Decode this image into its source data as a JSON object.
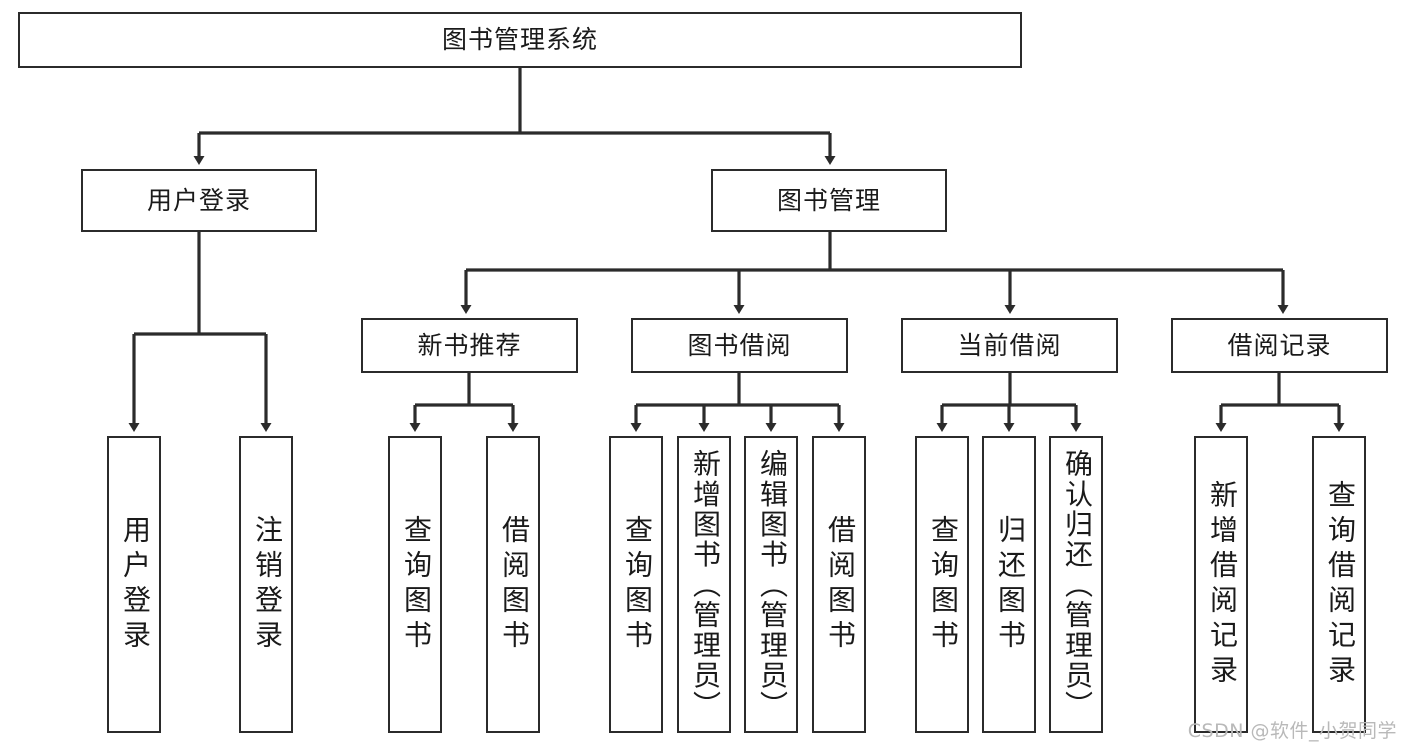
{
  "diagram": {
    "title": "图书管理系统",
    "watermark": "CSDN @软件_小贺同学",
    "colors": {
      "background": "#ffffff",
      "box_border": "#2b2b2b",
      "box_fill": "#ffffff",
      "edge": "#2b2b2b",
      "text": "#1a1a1a",
      "watermark": "#b9b9b9"
    },
    "nodes": {
      "root": "图书管理系统",
      "user_login": "用户登录",
      "book_manage": "图书管理",
      "new_book_rec": "新书推荐",
      "book_borrow": "图书借阅",
      "current_borrow": "当前借阅",
      "borrow_record": "借阅记录",
      "leaf_user_login": "用户登录",
      "leaf_logout_login": "注销登录",
      "leaf_query_book_1": "查询图书",
      "leaf_borrow_book_1": "借阅图书",
      "leaf_query_book_2": "查询图书",
      "leaf_add_book_admin": "新增图书（管理员）",
      "leaf_edit_book_admin": "编辑图书（管理员）",
      "leaf_borrow_book_2": "借阅图书",
      "leaf_query_book_3": "查询图书",
      "leaf_return_book": "归还图书",
      "leaf_confirm_return_admin": "确认归还（管理员）",
      "leaf_add_record": "新增借阅记录",
      "leaf_query_record": "查询借阅记录"
    },
    "tree": {
      "label": "图书管理系统",
      "children": [
        {
          "label": "用户登录",
          "children": [
            {
              "label": "用户登录"
            },
            {
              "label": "注销登录"
            }
          ]
        },
        {
          "label": "图书管理",
          "children": [
            {
              "label": "新书推荐",
              "children": [
                {
                  "label": "查询图书"
                },
                {
                  "label": "借阅图书"
                }
              ]
            },
            {
              "label": "图书借阅",
              "children": [
                {
                  "label": "查询图书"
                },
                {
                  "label": "新增图书（管理员）"
                },
                {
                  "label": "编辑图书（管理员）"
                },
                {
                  "label": "借阅图书"
                }
              ]
            },
            {
              "label": "当前借阅",
              "children": [
                {
                  "label": "查询图书"
                },
                {
                  "label": "归还图书"
                },
                {
                  "label": "确认归还（管理员）"
                }
              ]
            },
            {
              "label": "借阅记录",
              "children": [
                {
                  "label": "新增借阅记录"
                },
                {
                  "label": "查询借阅记录"
                }
              ]
            }
          ]
        }
      ]
    }
  }
}
